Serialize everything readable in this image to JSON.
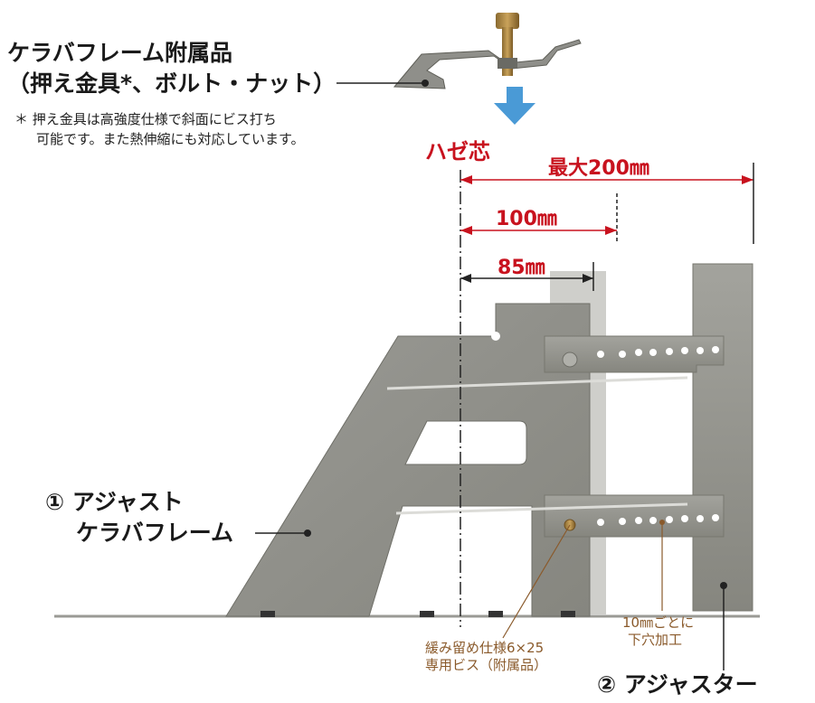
{
  "accessories": {
    "title_line1": "ケラバフレーム附属品",
    "title_line2": "（押え金具*、ボルト・ナット）",
    "note_line1": "＊ 押え金具は高強度仕様で斜面にビス打ち",
    "note_line2": "可能です。また熱伸縮にも対応しています。"
  },
  "haze_center_label": "ハゼ芯",
  "dimensions": {
    "max_label": "最大200㎜",
    "mid_label": "100㎜",
    "min_label": "85㎜"
  },
  "parts": {
    "frame_line1": "① アジャスト",
    "frame_line2": "ケラバフレーム",
    "adjuster": "② アジャスター"
  },
  "callouts": {
    "screw_line1": "緩み留め仕様6×25",
    "screw_line2": "専用ビス（附属品）",
    "hole_line1": "10㎜ごとに",
    "hole_line2": "下穴加工"
  },
  "colors": {
    "accent_red": "#c8121e",
    "callout_brown": "#8a5a2b",
    "arrow_blue": "#4a9ad6",
    "metal_gray": "#8f8f8a"
  }
}
